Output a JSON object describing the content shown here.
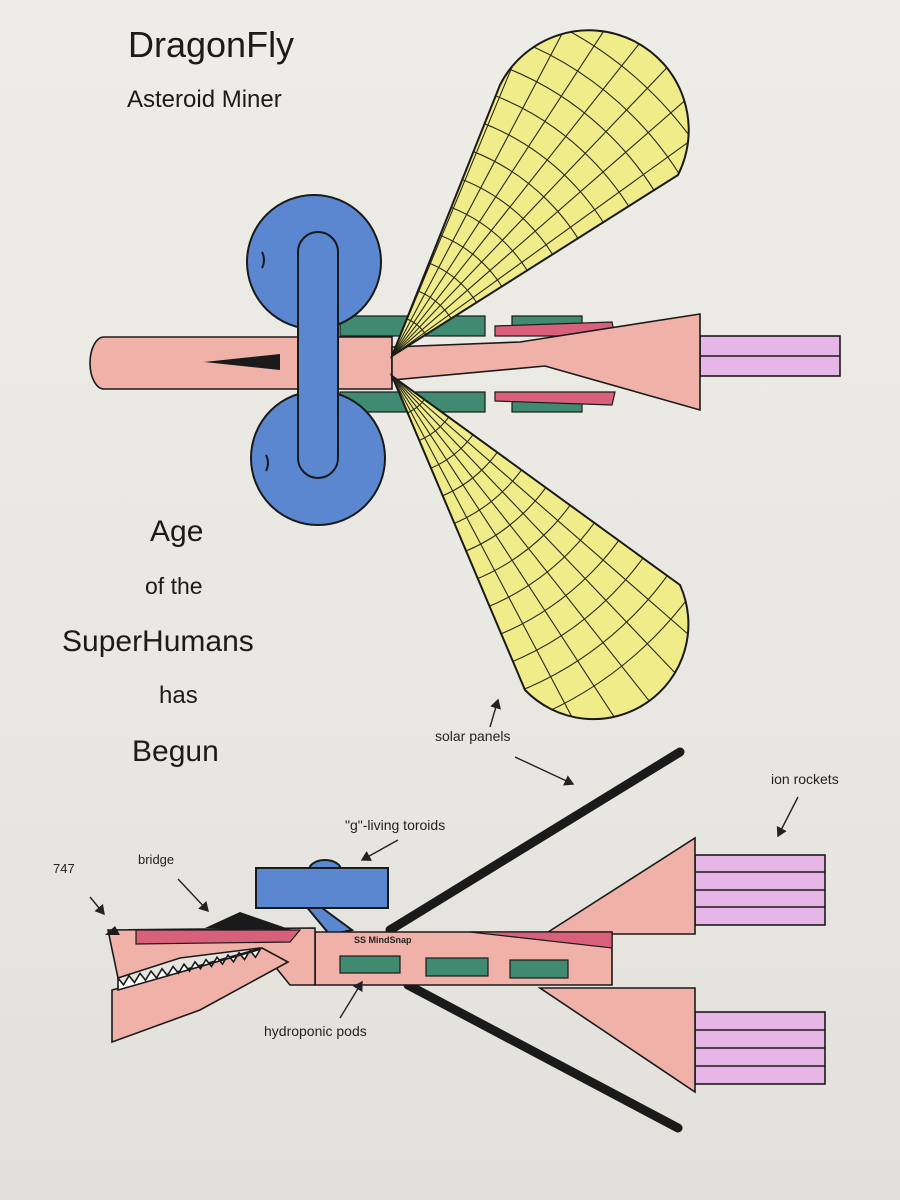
{
  "title": "DragonFly",
  "subtitle": "Asteroid Miner",
  "slogan": [
    "Age",
    "of the",
    "SuperHumans",
    "has",
    "Begun"
  ],
  "labels": {
    "solar_panels": "solar panels",
    "ion_rockets": "ion rockets",
    "toroids": "\"g\"-living toroids",
    "airliner": "747",
    "bridge": "bridge",
    "hydroponic_pods": "hydroponic pods",
    "ship_name": "SS MindSnap"
  },
  "colors": {
    "hull": "#f0b2a8",
    "toroid": "#5b86d0",
    "pods": "#3f8a70",
    "stripe": "#d9607a",
    "solar": "#f0ec8a",
    "rockets": "#e6b7e6",
    "outline": "#1a1a1a"
  }
}
